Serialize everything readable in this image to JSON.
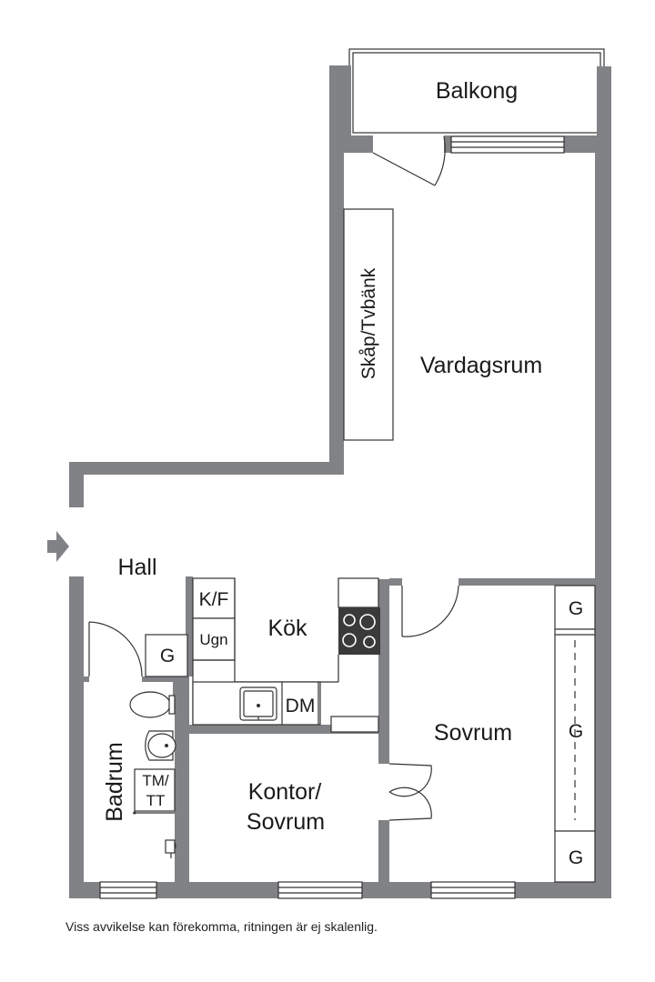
{
  "rooms": {
    "balkong": "Balkong",
    "vardagsrum": "Vardagsrum",
    "hall": "Hall",
    "kok": "Kök",
    "sovrum": "Sovrum",
    "kontor_line1": "Kontor/",
    "kontor_line2": "Sovrum",
    "badrum": "Badrum"
  },
  "fixtures": {
    "skap_tvbank": "Skåp/Tvbänk",
    "kf": "K/F",
    "ugn": "Ugn",
    "dm": "DM",
    "tmtt_line1": "TM/",
    "tmtt_line2": "TT",
    "garderob_hall": "G",
    "garderob_top": "G",
    "garderob_mid": "G",
    "garderob_bottom": "G"
  },
  "icons": {
    "entrance": "entrance-arrow-icon",
    "stove": "stove-icon",
    "sink": "sink-icon",
    "toilet": "toilet-icon",
    "washbasin": "washbasin-icon",
    "shower": "shower-icon"
  },
  "colors": {
    "wall": "#808285",
    "line": "#333333",
    "stove": "#3a3a3a",
    "background": "#ffffff"
  },
  "disclaimer": "Viss avvikelse kan förekomma, ritningen är ej skalenlig."
}
